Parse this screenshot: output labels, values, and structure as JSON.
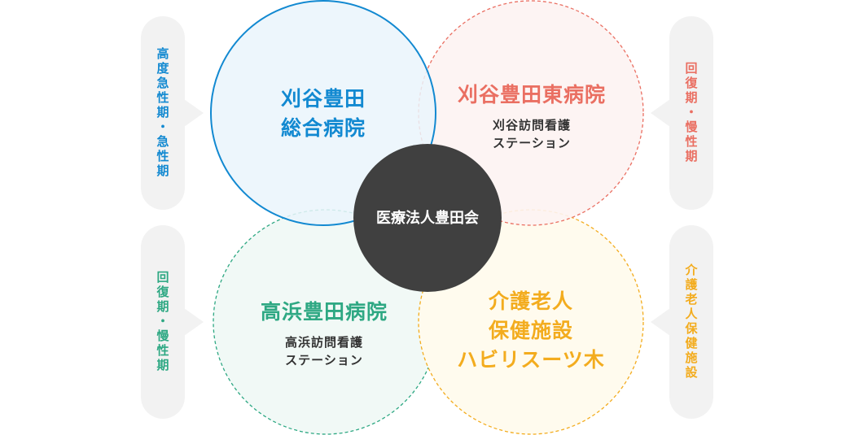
{
  "colors": {
    "blue": "#1289d1",
    "pink": "#ea6f62",
    "green": "#2ea883",
    "yellow": "#f3ac1e",
    "center": "#404040",
    "tab": "#f2f2f2"
  },
  "center": {
    "label": "医療法人豊田会"
  },
  "circles": {
    "top_left": {
      "name": "刈谷豊田総合病院",
      "line1": "刈谷豊田",
      "line2": "総合病院"
    },
    "top_right": {
      "name": "刈谷豊田東病院",
      "sub1": "刈谷訪問看護",
      "sub2": "ステーション"
    },
    "bottom_left": {
      "name": "高浜豊田病院",
      "sub1": "高浜訪問看護",
      "sub2": "ステーション"
    },
    "bottom_right": {
      "line1": "介護老人",
      "line2": "保健施設",
      "line3": "ハビリスーツ木"
    }
  },
  "side_labels": {
    "top_left": "高度急性期・急性期",
    "bottom_left": "回復期・慢性期",
    "top_right": "回復期・慢性期",
    "bottom_right": "介護老人保健施設"
  }
}
